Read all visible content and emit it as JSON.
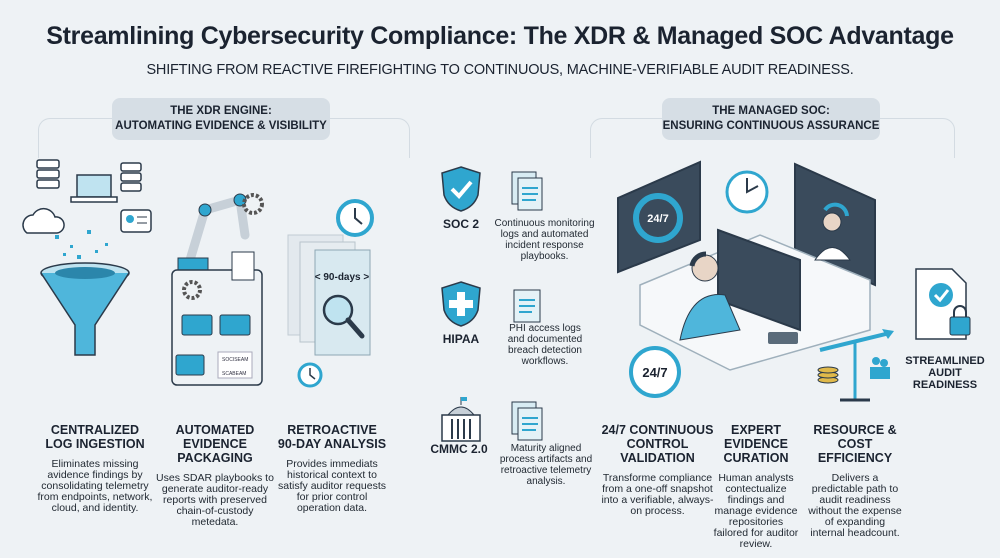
{
  "header": {
    "title": "Streamlining Cybersecurity Compliance: The XDR & Managed SOC Advantage",
    "subtitle": "SHIFTING FROM REACTIVE FIREFIGHTING TO CONTINUOUS, MACHINE-VERIFIABLE AUDIT READINESS."
  },
  "xdr": {
    "label_line1": "THE XDR ENGINE:",
    "label_line2": "AUTOMATING EVIDENCE & VISIBILITY",
    "items": [
      {
        "title1": "CENTRALIZED",
        "title2": "LOG INGESTION",
        "desc": "Eliminates missing avidence findings by consolidating telemetry from endpoints, network, cloud, and identity."
      },
      {
        "title1": "AUTOMATED",
        "title2": "EVIDENCE PACKAGING",
        "desc": "Uses SDAR playbooks to generate auditor-ready reports with preserved chain-of-custody metedata."
      },
      {
        "title1": "RETROACTIVE",
        "title2": "90-DAY ANALYSIS",
        "desc": "Provides immediats historical context to satisfy auditor requests for prior control operation data."
      }
    ],
    "doc_label": "< 90-days >",
    "list_rows": [
      "SOCISEAM",
      "SCABEAM"
    ]
  },
  "frameworks": [
    {
      "name": "SOC 2",
      "icon": "shield-check-icon",
      "desc": "Continuous monitoring logs and automated incident response playbooks."
    },
    {
      "name": "HIPAA",
      "icon": "shield-cross-icon",
      "desc": "PHI access logs and documented breach detection workflows."
    },
    {
      "name": "CMMC 2.0",
      "icon": "capitol-building-icon",
      "desc": "Maturity aligned process artifacts and retroactive telemetry analysis."
    }
  ],
  "soc": {
    "label_line1": "THE MANAGED SOC:",
    "label_line2": "ENSURING CONTINUOUS ASSURANCE",
    "monitor_text": "24/7",
    "badge_text": "24/7",
    "items": [
      {
        "title1": "24/7 CONTINUOUS",
        "title2": "CONTROL VALIDATION",
        "desc": "Transforme compliance from a one-off snapshot into a verifiable, always-on process."
      },
      {
        "title1": "EXPERT EVIDENCE",
        "title2": "CURATION",
        "desc": "Human analysts contectualize findings and manage evidence repositories failored for auditor review."
      },
      {
        "title1": "RESOURCE &",
        "title2": "COST EFFICIENCY",
        "desc": "Delivers a predictable path to audit readiness without the expense of expanding internal headcount."
      }
    ],
    "outcome": {
      "line1": "STREAMLINED",
      "line2": "AUDIT",
      "line3": "READINESS"
    }
  },
  "colors": {
    "accent": "#2fa6cf",
    "dark": "#2b3a4a",
    "panel": "#d6dee5",
    "bg": "#eef2f5"
  }
}
